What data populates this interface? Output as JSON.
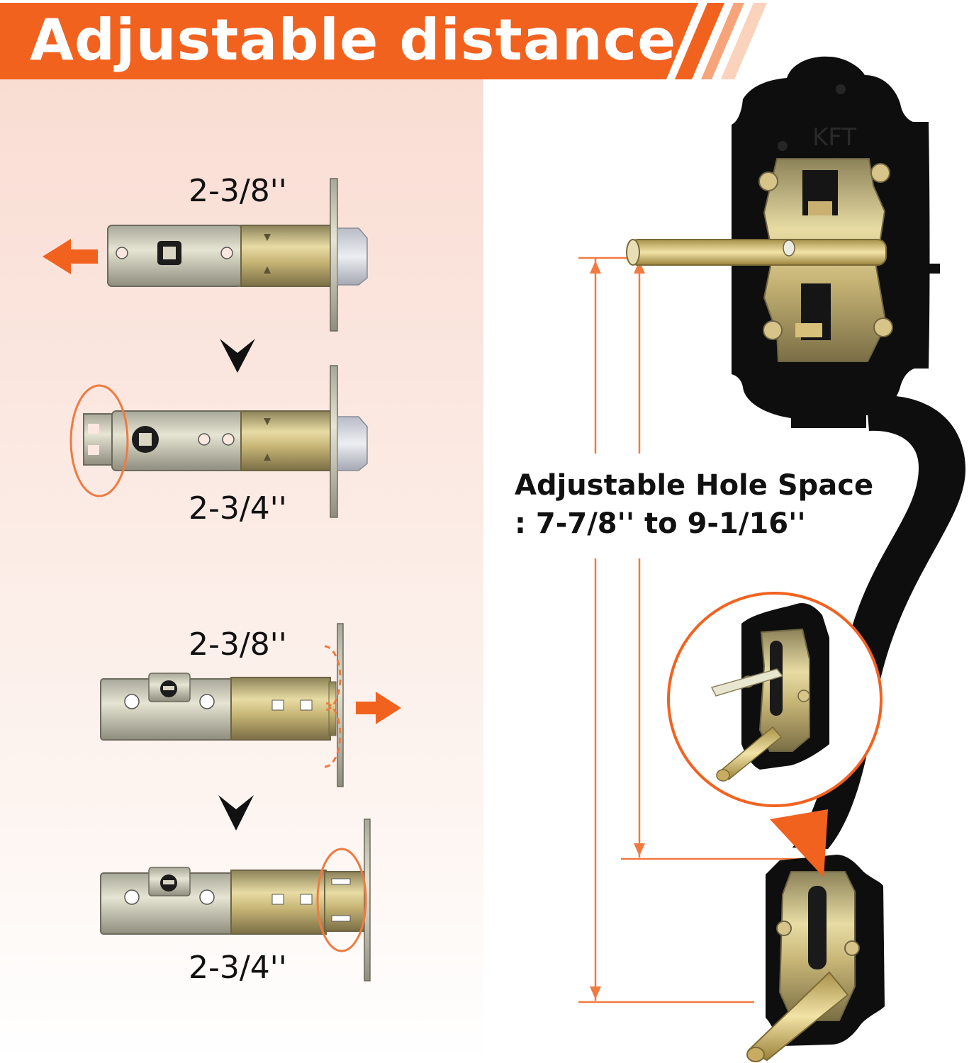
{
  "banner": {
    "title": "Adjustable distance"
  },
  "latch_sizes": {
    "top_short": "2-3/8''",
    "top_long": "2-3/4''",
    "bottom_short": "2-3/8''",
    "bottom_long": "2-3/4''"
  },
  "handle": {
    "plate_mark": "KFT",
    "spec_line1": "Adjustable Hole Space",
    "spec_line2": ": 7-7/8'' to 9-1/16''"
  },
  "colors": {
    "accent": "#f2621f",
    "dim_line": "#f07a40",
    "handle": "#0e0e0e",
    "brass": "#c9b46a"
  }
}
